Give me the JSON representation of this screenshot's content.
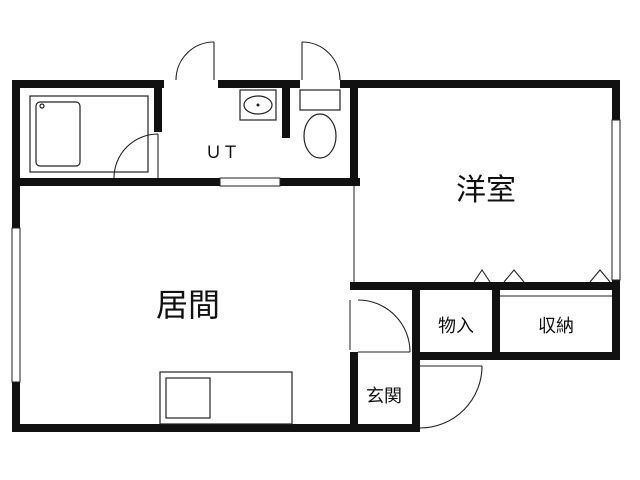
{
  "rooms": {
    "ut": "ＵＴ",
    "western_room": "洋室",
    "living": "居間",
    "storage_small": "物入",
    "closet": "収納",
    "entrance": "玄関"
  }
}
